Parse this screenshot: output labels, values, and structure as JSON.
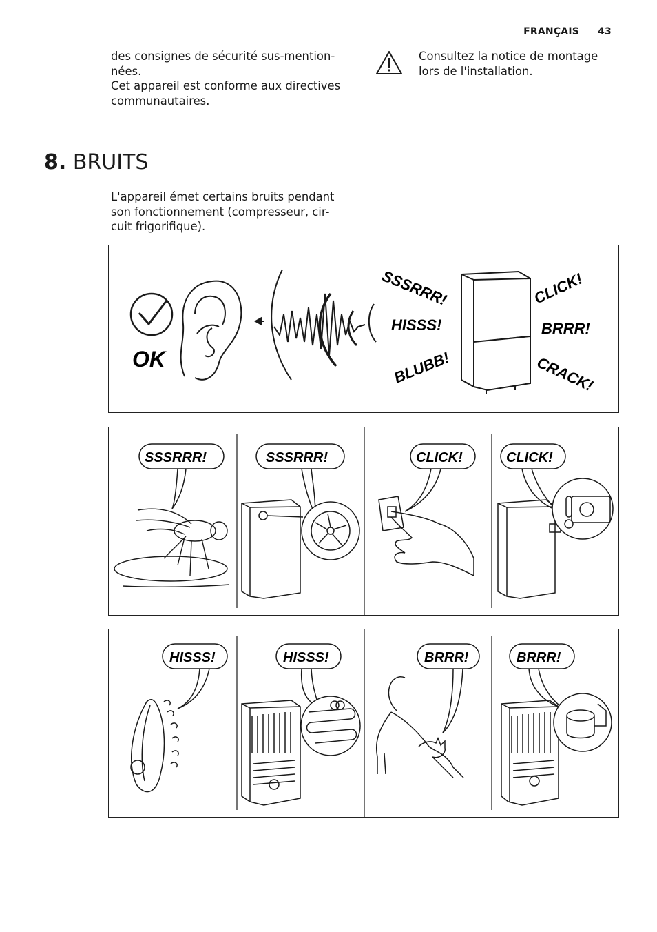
{
  "header": {
    "language": "FRANÇAIS",
    "page_number": "43"
  },
  "safety": {
    "left_lines": [
      "des consignes de sécurité sus-mention-",
      "nées.",
      "Cet appareil est conforme aux directives",
      "communautaires."
    ],
    "right_lines": [
      "Consultez la notice de montage",
      "lors de l'installation."
    ]
  },
  "section": {
    "number": "8.",
    "title": "BRUITS",
    "intro_lines": [
      "L'appareil émet certains bruits pendant",
      "son fonctionnement (compresseur, cir-",
      "cuit frigorifique)."
    ]
  },
  "figure_top": {
    "ok_label": "OK",
    "sounds": {
      "sssrrr": "SSSRRR!",
      "hisss": "HISSS!",
      "blubb": "BLUBB!",
      "click": "CLICK!",
      "brrr": "BRRR!",
      "crack": "CRACK!"
    }
  },
  "figure_row1": {
    "bubble1": "SSSRRR!",
    "bubble2": "SSSRRR!",
    "bubble3": "CLICK!",
    "bubble4": "CLICK!"
  },
  "figure_row2": {
    "bubble1": "HISSS!",
    "bubble2": "HISSS!",
    "bubble3": "BRRR!",
    "bubble4": "BRRR!"
  }
}
